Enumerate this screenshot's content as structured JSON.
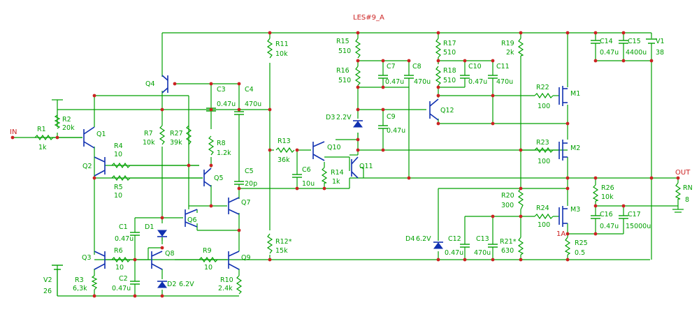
{
  "title": "LES#9_A",
  "ports": {
    "in": "IN",
    "out": "OUT"
  },
  "resistors": [
    {
      "ref": "R1",
      "value": "1k"
    },
    {
      "ref": "R2",
      "value": "20k"
    },
    {
      "ref": "R3",
      "value": "6,3k"
    },
    {
      "ref": "R4",
      "value": "10"
    },
    {
      "ref": "R5",
      "value": "10"
    },
    {
      "ref": "R6",
      "value": "10"
    },
    {
      "ref": "R7",
      "value": "10k"
    },
    {
      "ref": "R8",
      "value": "1.2k"
    },
    {
      "ref": "R9",
      "value": "10"
    },
    {
      "ref": "R10",
      "value": "2.4k"
    },
    {
      "ref": "R11",
      "value": "10k"
    },
    {
      "ref": "R12*",
      "value": "15k"
    },
    {
      "ref": "R13",
      "value": "36k"
    },
    {
      "ref": "R14",
      "value": "1k"
    },
    {
      "ref": "R15",
      "value": "510"
    },
    {
      "ref": "R16",
      "value": "510"
    },
    {
      "ref": "R17",
      "value": "510"
    },
    {
      "ref": "R18",
      "value": "510"
    },
    {
      "ref": "R19",
      "value": "2k"
    },
    {
      "ref": "R20",
      "value": "300"
    },
    {
      "ref": "R21*",
      "value": "630"
    },
    {
      "ref": "R22",
      "value": "100"
    },
    {
      "ref": "R23",
      "value": "100"
    },
    {
      "ref": "R24",
      "value": "100"
    },
    {
      "ref": "R25",
      "value": "0.5"
    },
    {
      "ref": "R26",
      "value": "10k"
    },
    {
      "ref": "R27",
      "value": "39k"
    },
    {
      "ref": "RN",
      "value": "8"
    }
  ],
  "capacitors": [
    {
      "ref": "C1",
      "value": "0.47u"
    },
    {
      "ref": "C2",
      "value": "0.47u"
    },
    {
      "ref": "C3",
      "value": "0.47u"
    },
    {
      "ref": "C4",
      "value": "470u"
    },
    {
      "ref": "C5",
      "value": "20p"
    },
    {
      "ref": "C6",
      "value": "10u"
    },
    {
      "ref": "C7",
      "value": "0.47u"
    },
    {
      "ref": "C8",
      "value": "470u"
    },
    {
      "ref": "C9",
      "value": "0.47u"
    },
    {
      "ref": "C10",
      "value": "0.47u"
    },
    {
      "ref": "C11",
      "value": "470u"
    },
    {
      "ref": "C12",
      "value": "0.47u"
    },
    {
      "ref": "C13",
      "value": "470u"
    },
    {
      "ref": "C14",
      "value": "0.47u"
    },
    {
      "ref": "C15",
      "value": "4400u"
    },
    {
      "ref": "C16",
      "value": "0.47u"
    },
    {
      "ref": "C17",
      "value": "15000u"
    }
  ],
  "transistors": [
    "Q1",
    "Q2",
    "Q3",
    "Q4",
    "Q5",
    "Q6",
    "Q7",
    "Q8",
    "Q9",
    "Q10",
    "Q11",
    "Q12",
    "M1",
    "M2",
    "M3"
  ],
  "diodes": [
    {
      "ref": "D1",
      "value": ""
    },
    {
      "ref": "D2",
      "value": "6.2V"
    },
    {
      "ref": "D3",
      "value": "2.2V"
    },
    {
      "ref": "D4",
      "value": "6.2V"
    }
  ],
  "sources": [
    {
      "ref": "V1",
      "value": "38"
    },
    {
      "ref": "V2",
      "value": "26"
    }
  ],
  "annotations": {
    "current": "1A"
  }
}
